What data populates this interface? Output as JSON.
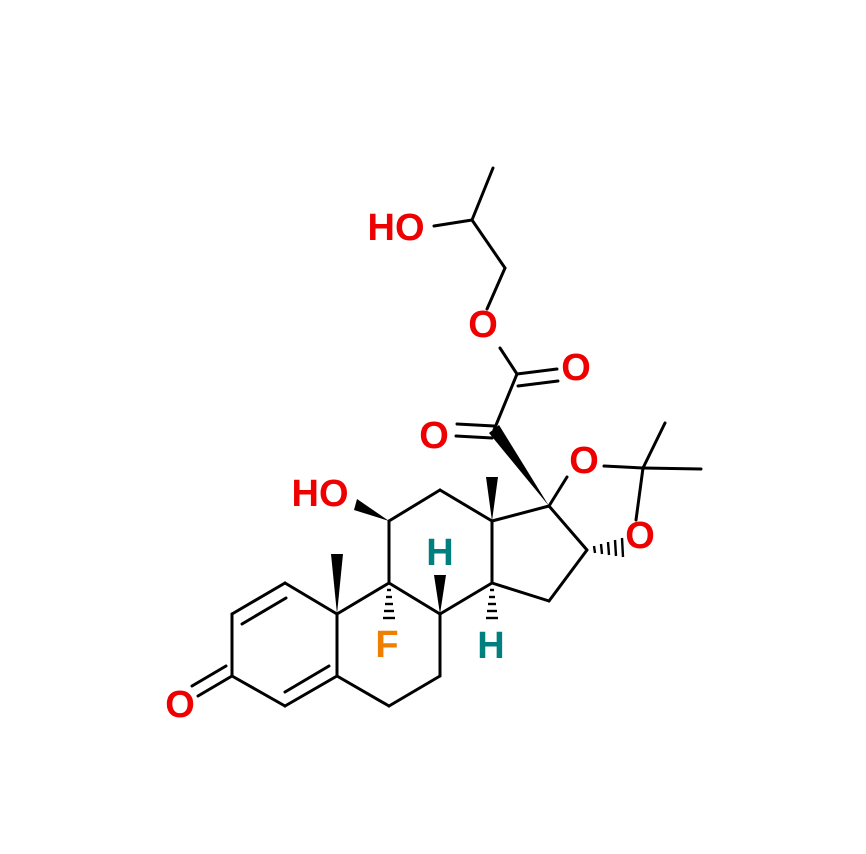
{
  "atom_labels": {
    "o_ketone3": "O",
    "o_hydroxy11": "HO",
    "f9": "F",
    "h8": "H",
    "h14": "H",
    "o_ring17": "O",
    "o_ring16": "O",
    "o_ketone20": "O",
    "o_ester_carbonyl": "O",
    "o_ester": "O",
    "o_hydroxy_side": "HO"
  },
  "colors": {
    "oxygen": "#ee0000",
    "fluorine": "#ee7f00",
    "hydrogen": "#007f7f",
    "bond": "#000000"
  }
}
